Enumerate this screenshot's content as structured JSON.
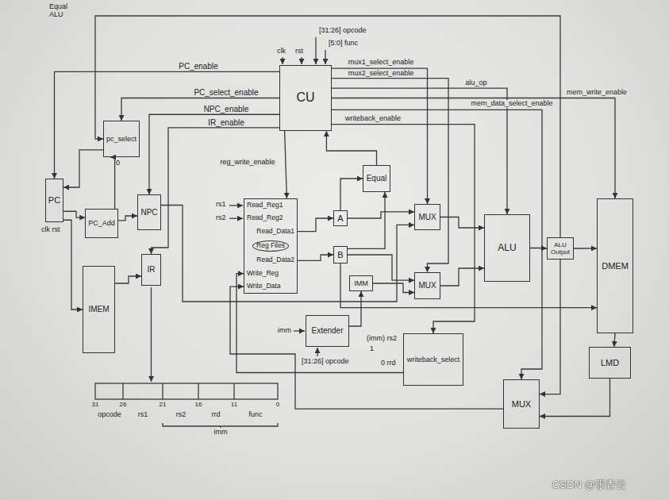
{
  "diagram": {
    "nodes": [
      {
        "text": [
          "CU"
        ]
      },
      {
        "text": [
          "pc_select"
        ]
      },
      {
        "text": [
          "PC"
        ]
      },
      {
        "text": [
          "PC_Add"
        ]
      },
      {
        "text": [
          "NPC"
        ]
      },
      {
        "text": [
          "IR"
        ]
      },
      {
        "text": [
          "IMEM"
        ]
      },
      {
        "text": [
          "Read_Reg1",
          "Read_Reg2",
          "Read_Data1",
          "Reg Files",
          "Read_Data2",
          "Write_Reg",
          "Write_Data"
        ]
      },
      {
        "text": [
          "Equal"
        ]
      },
      {
        "text": [
          "A"
        ]
      },
      {
        "text": [
          "B"
        ]
      },
      {
        "text": [
          "MUX"
        ]
      },
      {
        "text": [
          "IMM"
        ]
      },
      {
        "text": [
          "MUX"
        ]
      },
      {
        "text": [
          "Extender"
        ]
      },
      {
        "text": [
          "ALU"
        ]
      },
      {
        "text": [
          "ALU Output"
        ]
      },
      {
        "text": [
          "DMEM"
        ]
      },
      {
        "text": [
          "writeback_select"
        ]
      },
      {
        "text": [
          "LMD"
        ]
      },
      {
        "text": [
          "MUX"
        ]
      }
    ],
    "edges": [
      {
        "from": 0,
        "to": 2,
        "label": "PC_enable",
        "arrow": "to"
      },
      {
        "from": 0,
        "to": 1,
        "label": "PC_select_enable",
        "arrow": "to"
      },
      {
        "from": 0,
        "to": 4,
        "label": "NPC_enable",
        "arrow": "to"
      },
      {
        "from": 0,
        "to": 5,
        "label": "IR_enable",
        "arrow": "to"
      },
      {
        "from": 0,
        "to": 7,
        "label": "reg_write_enable",
        "arrow": "to"
      },
      {
        "from": 0,
        "to": 11,
        "label": "mux1_select_enable",
        "arrow": "to"
      },
      {
        "from": 0,
        "to": 13,
        "label": "mux2_select_enable",
        "arrow": "to"
      },
      {
        "from": 0,
        "to": 15,
        "label": "alu_op",
        "arrow": "to"
      },
      {
        "from": 0,
        "to": 17,
        "label": "mem_write_enable",
        "arrow": "to"
      },
      {
        "from": 0,
        "to": 20,
        "label": "mem_data_select_enable",
        "arrow": "to"
      },
      {
        "from": 0,
        "to": 18,
        "label": "writeback_enable",
        "arrow": "to"
      },
      {
        "from": 8,
        "to": 0,
        "arrow": "to"
      },
      {
        "from": 16,
        "to": 1,
        "arrow": "to"
      },
      {
        "from": 2,
        "to": 3,
        "arrow": "to"
      },
      {
        "from": 2,
        "to": 6,
        "arrow": "to"
      },
      {
        "from": 3,
        "to": 4,
        "arrow": "to"
      },
      {
        "from": 3,
        "to": 1,
        "arrow": "to"
      },
      {
        "from": 1,
        "to": 2,
        "arrow": "to"
      },
      {
        "from": 4,
        "to": 11,
        "arrow": "to"
      },
      {
        "from": 6,
        "to": 5,
        "arrow": "to"
      },
      {
        "from": 7,
        "to": 9,
        "arrow": "to"
      },
      {
        "from": 7,
        "to": 10,
        "arrow": "to"
      },
      {
        "from": 9,
        "to": 11,
        "arrow": "to"
      },
      {
        "from": 9,
        "to": 8,
        "arrow": "to"
      },
      {
        "from": 10,
        "to": 13,
        "arrow": "to"
      },
      {
        "from": 10,
        "to": 8,
        "arrow": "to"
      },
      {
        "from": 10,
        "to": 17,
        "arrow": "to"
      },
      {
        "from": 12,
        "to": 13,
        "arrow": "to"
      },
      {
        "from": 14,
        "to": 12,
        "arrow": "to"
      },
      {
        "from": 11,
        "to": 15,
        "arrow": "to"
      },
      {
        "from": 13,
        "to": 15,
        "arrow": "to"
      },
      {
        "from": 15,
        "to": 16,
        "arrow": "to"
      },
      {
        "from": 16,
        "to": 17,
        "arrow": "to"
      },
      {
        "from": 16,
        "to": 20,
        "arrow": "to"
      },
      {
        "from": 17,
        "to": 19,
        "arrow": "to"
      },
      {
        "from": 19,
        "to": 20,
        "arrow": "to"
      },
      {
        "from": 20,
        "to": 7,
        "arrow": "to"
      },
      {
        "from": 18,
        "to": 7,
        "arrow": "to"
      }
    ],
    "labels": [
      "Equal ALU",
      "clk",
      "rst",
      "[31:26] opcode",
      "[5:0] func",
      "rs1",
      "rs2",
      "clk rst",
      "0",
      "imm",
      "[31:26] opcode",
      "(imm) rs2",
      "1",
      "0 rrd",
      "31",
      "26",
      "21",
      "16",
      "11",
      "0",
      "opcode",
      "rs1",
      "rs2",
      "rrd",
      "func",
      "imm",
      "CSDN @張青云"
    ]
  }
}
